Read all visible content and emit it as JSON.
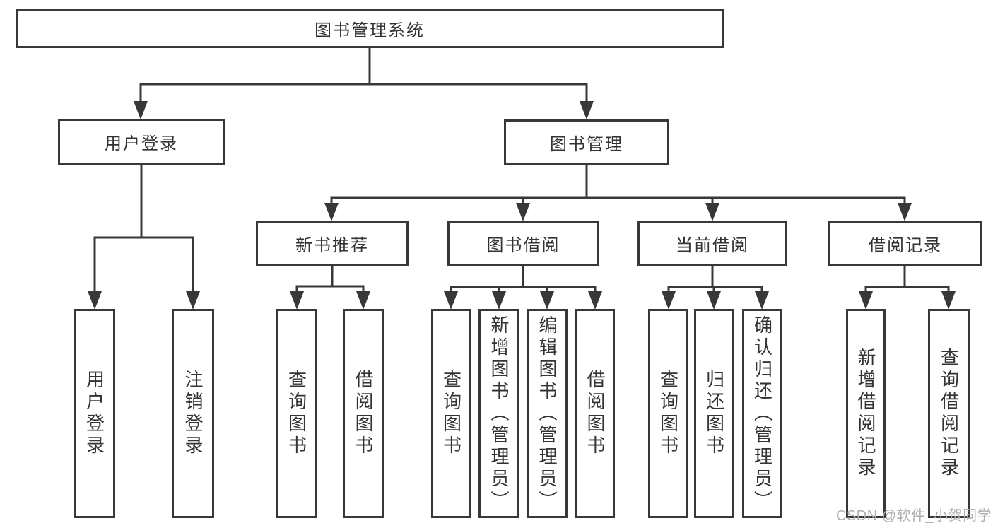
{
  "diagram": {
    "root": {
      "label": "图书管理系统"
    },
    "level2": [
      {
        "label": "用户登录"
      },
      {
        "label": "图书管理"
      }
    ],
    "level3": [
      {
        "label": "新书推荐"
      },
      {
        "label": "图书借阅"
      },
      {
        "label": "当前借阅"
      },
      {
        "label": "借阅记录"
      }
    ],
    "groups": [
      {
        "parent": "用户登录",
        "children": [
          "用户登录",
          "注销登录"
        ]
      },
      {
        "parent": "新书推荐",
        "children": [
          "查询图书",
          "借阅图书"
        ]
      },
      {
        "parent": "图书借阅",
        "children": [
          "查询图书",
          "新增图书（管理员）",
          "编辑图书（管理员）",
          "借阅图书"
        ]
      },
      {
        "parent": "当前借阅",
        "children": [
          "查询图书",
          "归还图书",
          "确认归还（管理员）"
        ]
      },
      {
        "parent": "借阅记录",
        "children": [
          "新增借阅记录",
          "查询借阅记录"
        ]
      }
    ]
  },
  "watermark": {
    "text": "CSDN @软件_小贺同学"
  },
  "colors": {
    "line": "#383838",
    "text": "#333333",
    "watermark": "#aeaeb4",
    "background": "#ffffff"
  }
}
